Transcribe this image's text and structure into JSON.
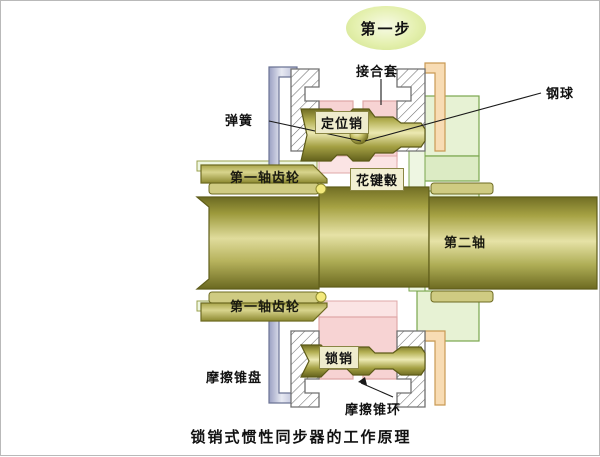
{
  "figure": {
    "step_badge": "第一步",
    "caption": "锁销式惯性同步器的工作原理"
  },
  "labels": {
    "spring": "弹簧",
    "sleeve": "接合套",
    "steel_ball": "钢球",
    "locating_pin": "定位销",
    "spline_hub": "花键毂",
    "first_shaft_gear_top": "第一轴齿轮",
    "first_shaft_gear_bottom": "第一轴齿轮",
    "second_shaft": "第二轴",
    "lock_pin": "锁销",
    "friction_cone_disc": "摩擦锥盘",
    "friction_cone_ring": "摩擦锥环"
  },
  "colors": {
    "badge_fill": "#dbe9a0",
    "badge_center": "#f4f8df",
    "olive_dark": "#6f6b1e",
    "olive_mid": "#9a9637",
    "olive_light": "#d9d68d",
    "sleeve_pink": "#f6cfcf",
    "housing_green": "#dcedc8",
    "bracket_tan": "#f6d9b0",
    "spring_blue": "#cdd2e4",
    "hatch_gray": "#808080",
    "text": "#111111"
  }
}
